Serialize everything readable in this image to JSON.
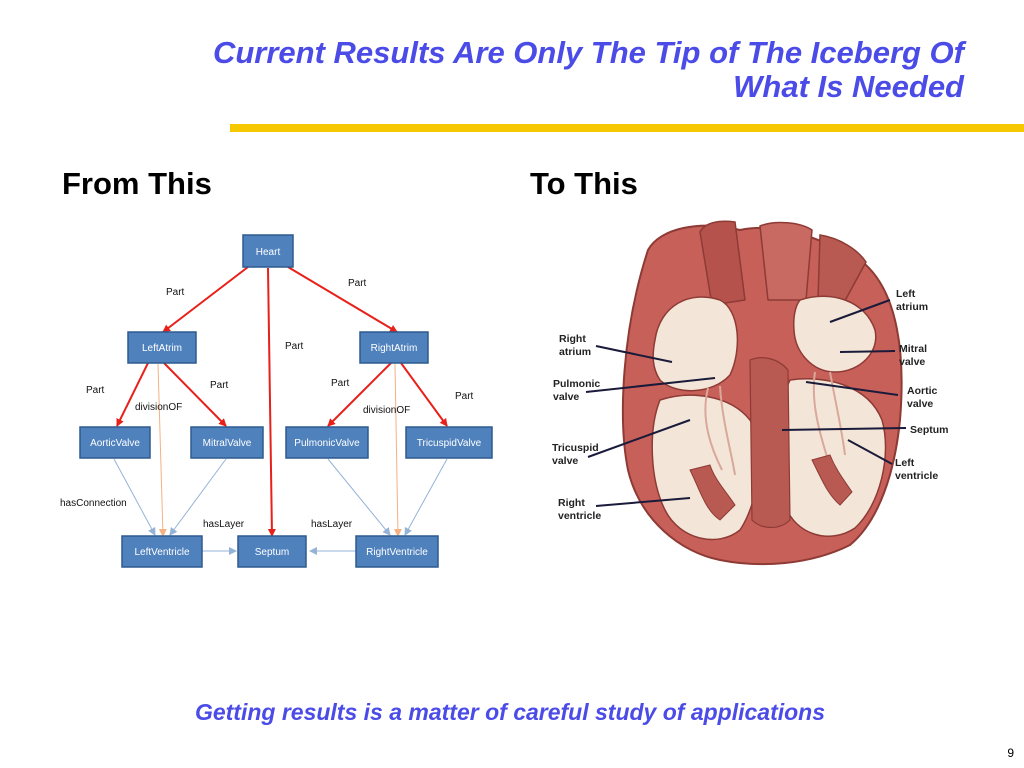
{
  "slide": {
    "title_line1": "Current Results Are Only The Tip of The Iceberg Of",
    "title_line2": "What Is Needed",
    "from_heading": "From This",
    "to_heading": "To This",
    "footer": "Getting results is a matter of careful study of applications",
    "page_number": "9",
    "colors": {
      "title": "#4B4BE8",
      "rule": "#F5C800",
      "node_fill": "#4F81BD",
      "red_edge": "#E8201A",
      "blue_edge": "#95B3D7",
      "orange_edge": "#F4B183"
    }
  },
  "ontology": {
    "nodes": {
      "heart": "Heart",
      "leftatrim": "LeftAtrim",
      "rightatrim": "RightAtrim",
      "aorticvalve": "AorticValve",
      "mitralvalve": "MitralValve",
      "pulmonicvalve": "PulmonicValve",
      "tricuspidvalve": "TricuspidValve",
      "leftventricle": "LeftVentricle",
      "septum": "Septum",
      "rightventricle": "RightVentricle"
    },
    "edge_labels": {
      "part_heart_left": "Part",
      "part_heart_right": "Part",
      "part_heart_septum": "Part",
      "part_left_aortic": "Part",
      "part_left_mitral": "Part",
      "part_right_pulmonic": "Part",
      "part_right_tricuspid": "Part",
      "division_left": "divisionOF",
      "division_right": "divisionOF",
      "has_connection": "hasConnection",
      "has_layer_left": "hasLayer",
      "has_layer_right": "hasLayer"
    }
  },
  "heart_illustration": {
    "labels": {
      "right_atrium_1": "Right",
      "right_atrium_2": "atrium",
      "pulmonic_valve_1": "Pulmonic",
      "pulmonic_valve_2": "valve",
      "tricuspid_valve_1": "Tricuspid",
      "tricuspid_valve_2": "valve",
      "right_ventricle_1": "Right",
      "right_ventricle_2": "ventricle",
      "left_atrium_1": "Left",
      "left_atrium_2": "atrium",
      "mitral_valve_1": "Mitral",
      "mitral_valve_2": "valve",
      "aortic_valve_1": "Aortic",
      "aortic_valve_2": "valve",
      "septum": "Septum",
      "left_ventricle_1": "Left",
      "left_ventricle_2": "ventricle"
    }
  }
}
